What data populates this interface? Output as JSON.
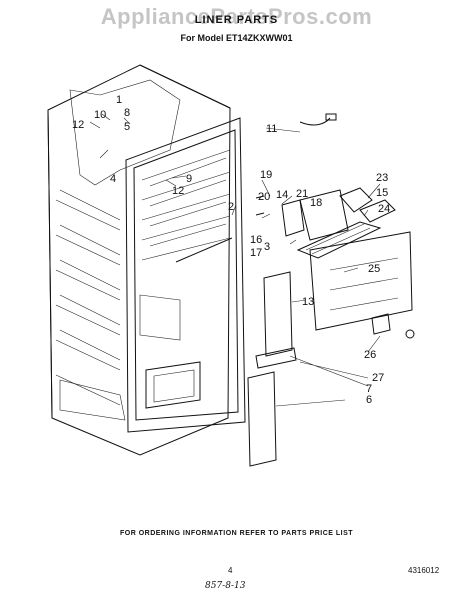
{
  "watermark": "AppliancePartsPros.com",
  "header": {
    "title": "LINER PARTS",
    "model": "For Model ET14ZKXWW01"
  },
  "callouts": [
    "1",
    "2",
    "3",
    "4",
    "5",
    "6",
    "7",
    "8",
    "9",
    "10",
    "11",
    "12",
    "12",
    "13",
    "14",
    "15",
    "16",
    "17",
    "18",
    "19",
    "20",
    "21",
    "23",
    "24",
    "25",
    "26",
    "27"
  ],
  "footer": {
    "ordering": "FOR ORDERING INFORMATION REFER TO PARTS PRICE LIST",
    "page": "4",
    "code": "4316012",
    "handwritten": "857-8-13"
  }
}
